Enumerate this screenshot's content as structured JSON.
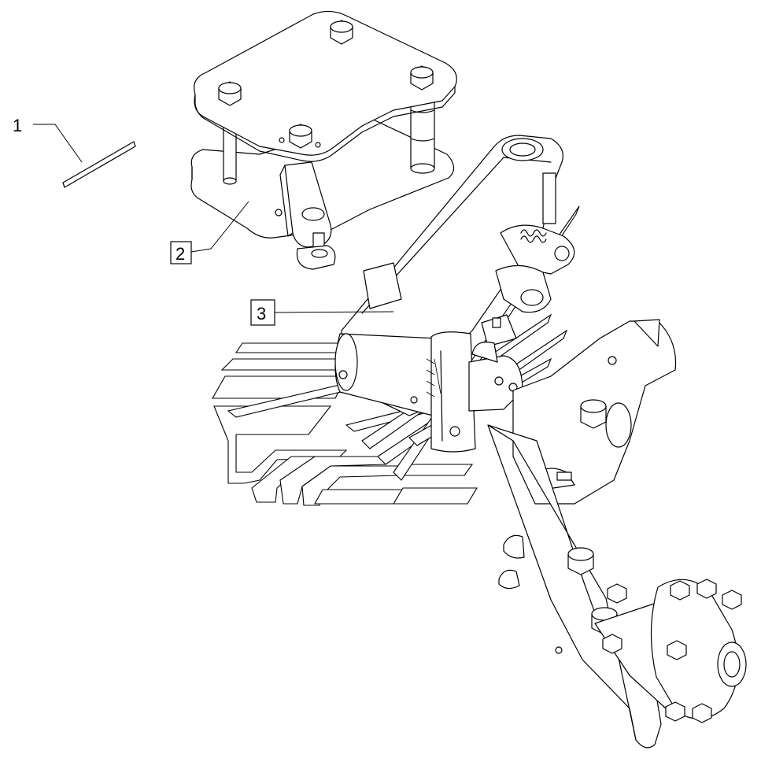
{
  "callouts": [
    {
      "label": "1",
      "part": "decal-strip"
    },
    {
      "label": "2",
      "part": "mounting-bracket-assembly"
    },
    {
      "label": "3",
      "part": "swing-arm-with-hub"
    }
  ],
  "colors": {
    "line": "#000000",
    "background": "#ffffff"
  },
  "icons": {
    "cylinder_decal_marks": "hatched-decal-text",
    "hub_mark": "small-hub-logo"
  }
}
